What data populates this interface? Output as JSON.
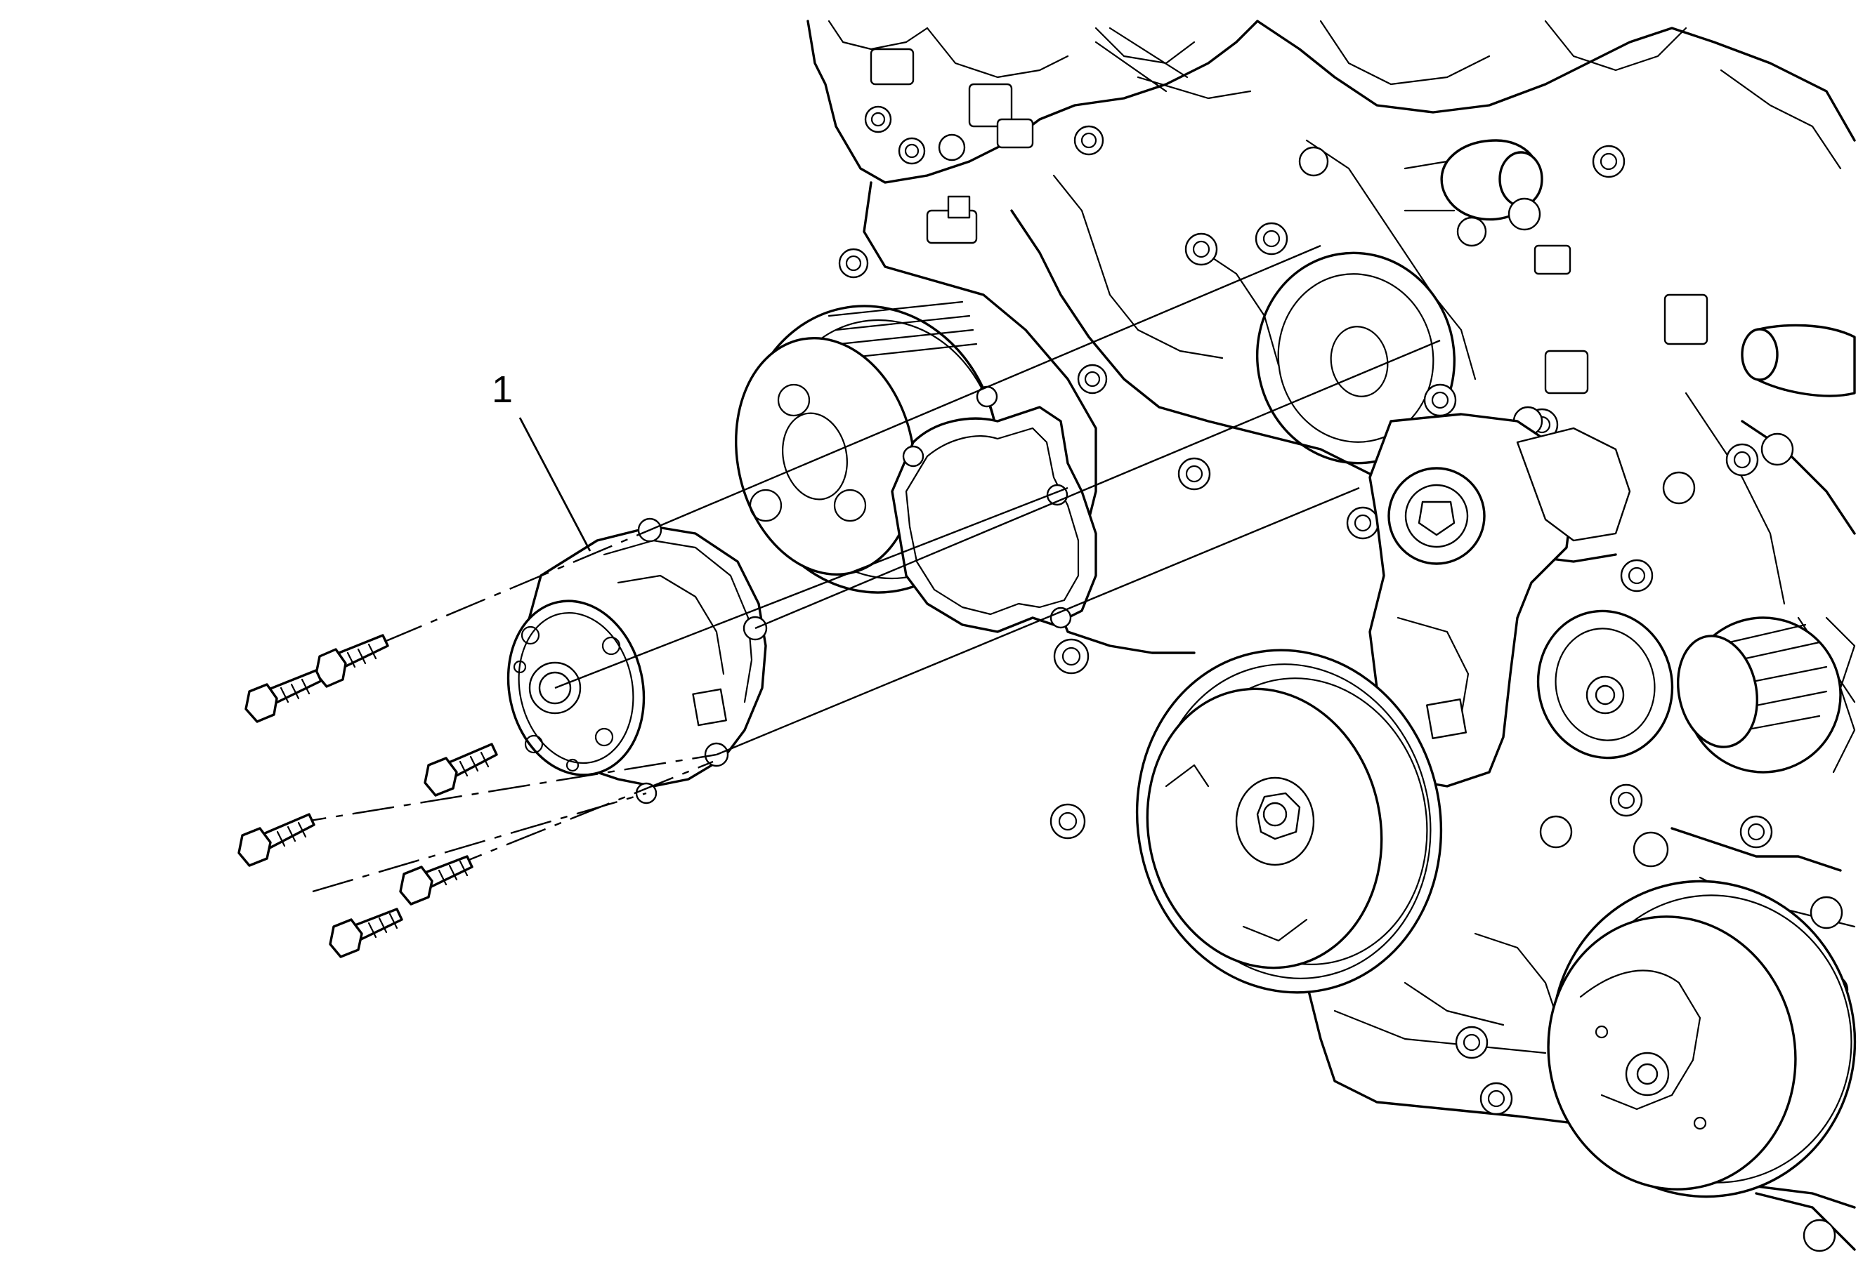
{
  "callouts": [
    {
      "label": "1",
      "target": "water-pump"
    }
  ],
  "parts": {
    "water_pump": "water-pump",
    "bolts": 6,
    "engine": "engine-front-cover"
  }
}
